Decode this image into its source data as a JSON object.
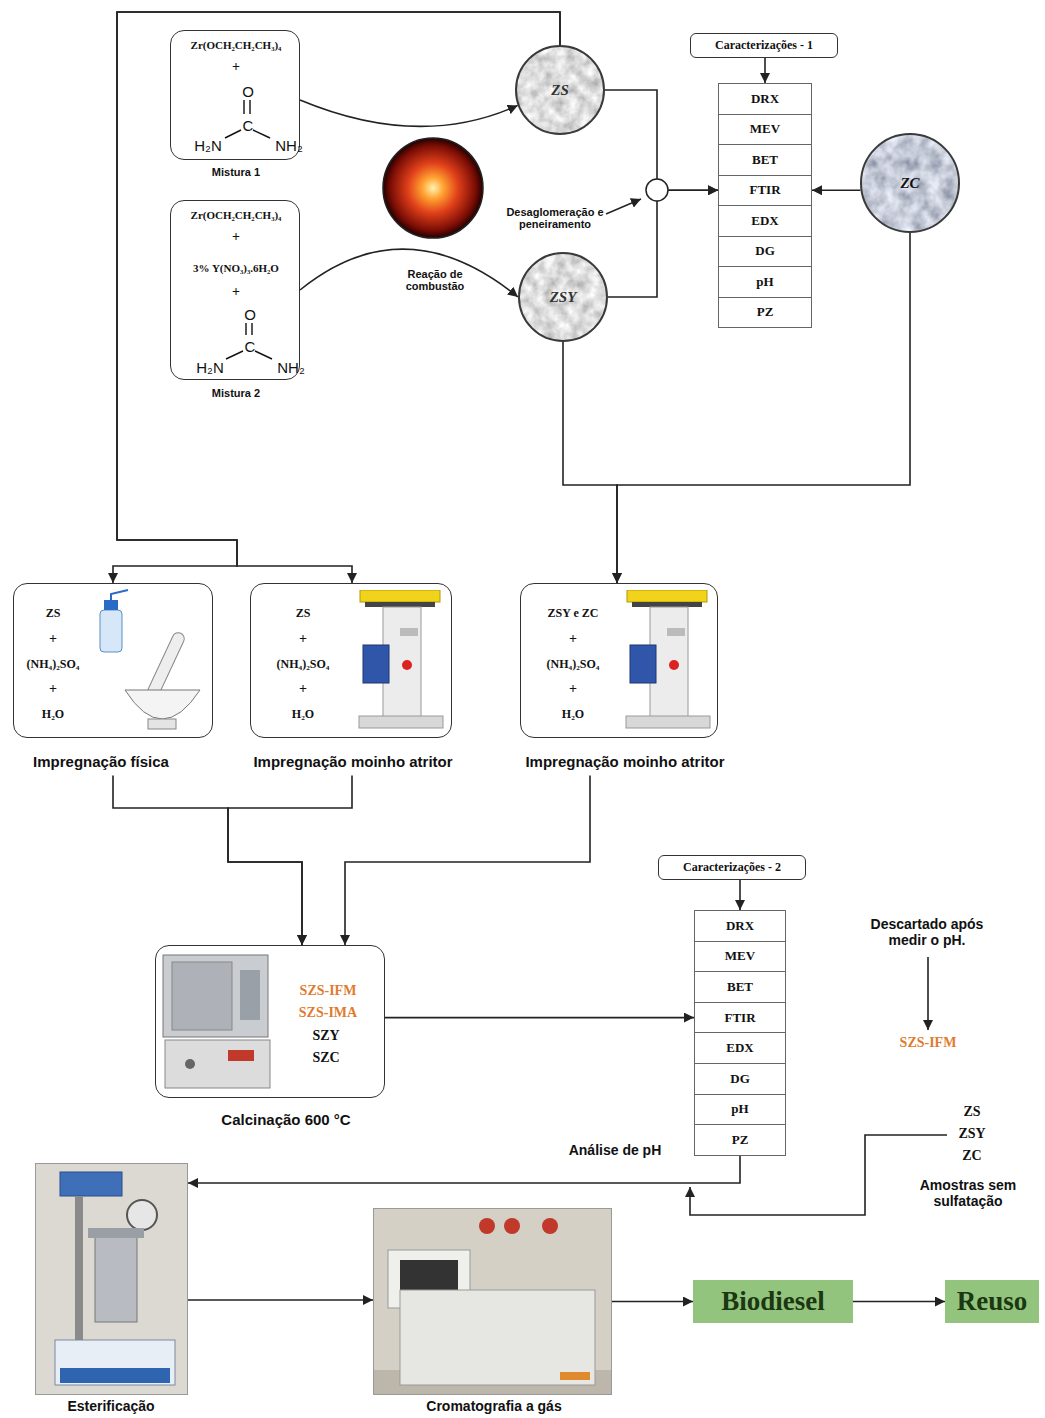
{
  "diagram": {
    "nodes": [
      {
        "text": [
          "Zr(OCH₂CH₂CH₃)₄",
          "+",
          "O",
          "C",
          "H₂N",
          "NH₂",
          "Mistura 1"
        ]
      },
      {
        "text": [
          "Zr(OCH₂CH₂CH₃)₄",
          "+",
          "3% Y(NO₃)₃.6H₂O",
          "+",
          "O",
          "C",
          "H₂N",
          "NH₂",
          "Mistura 2"
        ]
      },
      {
        "text": [
          "ZS"
        ]
      },
      {
        "text": [
          "ZSY"
        ]
      },
      {
        "text": [
          "ZC"
        ]
      },
      {
        "text": [
          "Caracterizações - 1"
        ]
      },
      {
        "text": [
          "DRX"
        ]
      },
      {
        "text": [
          "MEV"
        ]
      },
      {
        "text": [
          "BET"
        ]
      },
      {
        "text": [
          "FTIR"
        ]
      },
      {
        "text": [
          "EDX"
        ]
      },
      {
        "text": [
          "DG"
        ]
      },
      {
        "text": [
          "pH"
        ]
      },
      {
        "text": [
          "PZ"
        ]
      },
      {
        "text": [
          "ZS",
          "+",
          "(NH₄)₂SO₄",
          "+",
          "H₂O",
          "Impregnação física"
        ]
      },
      {
        "text": [
          "ZS",
          "+",
          "(NH₄)₂SO₄",
          "+",
          "H₂O",
          "Impregnação moinho atritor"
        ]
      },
      {
        "text": [
          "ZSY e ZC",
          "+",
          "(NH₄)₂SO₄",
          "+",
          "H₂O",
          "Impregnação moinho atritor"
        ]
      },
      {
        "text": [
          "Caracterizações - 2"
        ]
      },
      {
        "text": [
          "DRX"
        ]
      },
      {
        "text": [
          "MEV"
        ]
      },
      {
        "text": [
          "BET"
        ]
      },
      {
        "text": [
          "FTIR"
        ]
      },
      {
        "text": [
          "EDX"
        ]
      },
      {
        "text": [
          "DG"
        ]
      },
      {
        "text": [
          "pH"
        ]
      },
      {
        "text": [
          "PZ"
        ]
      },
      {
        "text": [
          "SZS-IFM",
          "SZS-IMA",
          "SZY",
          "SZC",
          "Calcinação 600 °C"
        ]
      },
      {
        "text": [
          "Esterificação"
        ]
      },
      {
        "text": [
          "Cromatografia a gás"
        ]
      },
      {
        "text": [
          "Biodiesel"
        ]
      },
      {
        "text": [
          "Reuso"
        ]
      }
    ],
    "edges": [
      {
        "from": 0,
        "to": 2,
        "arrow": "to"
      },
      {
        "from": 1,
        "to": 3,
        "arrow": "to"
      },
      {
        "from": 2,
        "to": 9,
        "arrow": "to"
      },
      {
        "from": 3,
        "to": 9,
        "arrow": "to"
      },
      {
        "from": 4,
        "to": 9,
        "arrow": "to"
      },
      {
        "from": 5,
        "to": 6,
        "arrow": "to"
      },
      {
        "from": 2,
        "to": 14,
        "arrow": "to"
      },
      {
        "from": 2,
        "to": 15,
        "arrow": "to"
      },
      {
        "from": 3,
        "to": 16,
        "arrow": "to"
      },
      {
        "from": 4,
        "to": 16,
        "arrow": "to"
      },
      {
        "from": 14,
        "to": 26,
        "arrow": "to"
      },
      {
        "from": 15,
        "to": 26,
        "arrow": "to"
      },
      {
        "from": 16,
        "to": 26,
        "arrow": "to"
      },
      {
        "from": 26,
        "to": 21,
        "arrow": "to"
      },
      {
        "from": 17,
        "to": 18,
        "arrow": "to"
      },
      {
        "from": 25,
        "to": 27,
        "arrow": "to"
      },
      {
        "from": 27,
        "to": 28,
        "arrow": "to"
      },
      {
        "from": 28,
        "to": 29,
        "arrow": "to"
      },
      {
        "from": 29,
        "to": 30,
        "arrow": "to"
      }
    ],
    "labels": [
      "Reação de combustão",
      "Desaglomeração e peneiramento",
      "Análise de pH",
      "Descartado após medir o pH.",
      "SZS-IFM",
      "ZS",
      "ZSY",
      "ZC",
      "Amostras sem sulfatação"
    ]
  }
}
